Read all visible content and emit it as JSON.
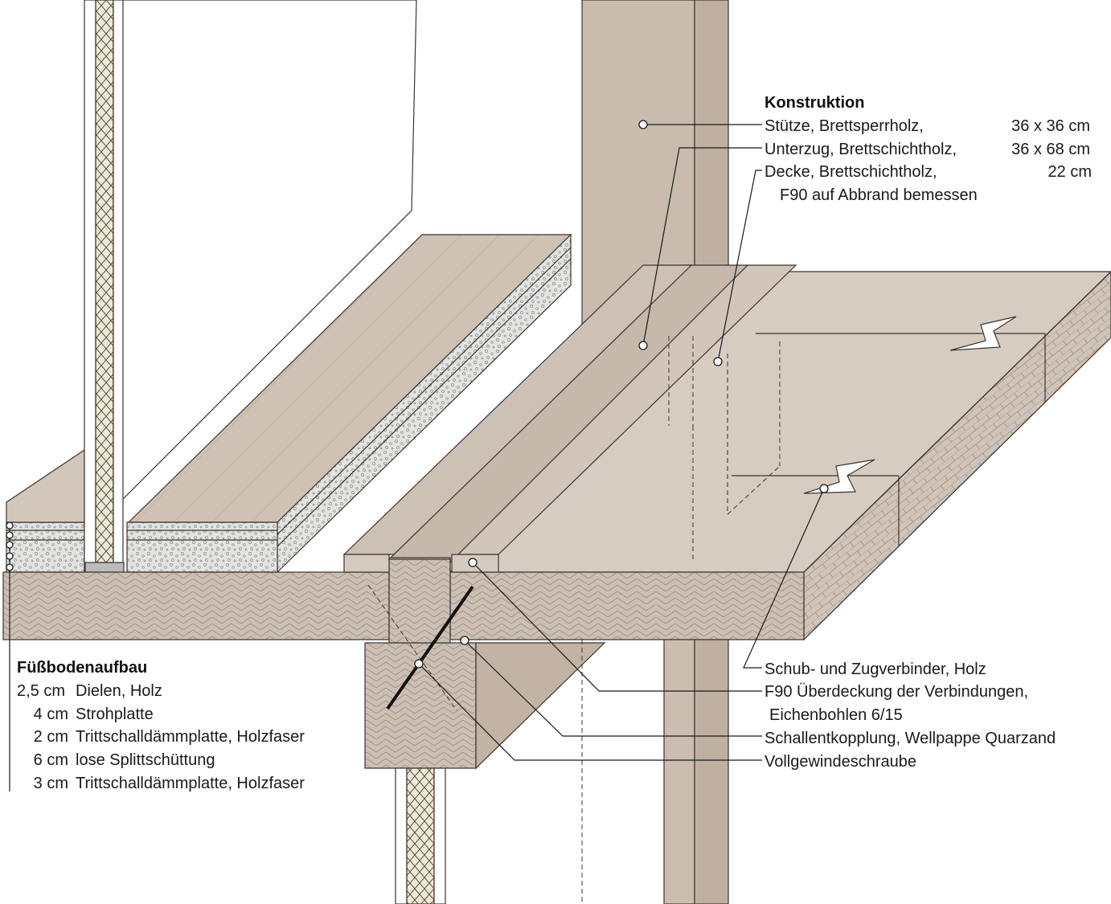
{
  "colors": {
    "timber_light": "#d9cfc6",
    "timber_mid": "#ccbfb3",
    "timber_dark": "#c2b3a5",
    "plank": "#cfc2b5",
    "insulation": "#efe8d4",
    "grit": "#e3e3e1",
    "line": "#1a1a1a"
  },
  "konstruktion": {
    "heading": "Konstruktion",
    "items": [
      {
        "name": "Stütze, Brettsperrholz,",
        "dim": "36 x 36 cm"
      },
      {
        "name": "Unterzug, Brettschichtholz,",
        "dim": "36 x 68 cm"
      },
      {
        "name": "Decke, Brettschichtholz,",
        "dim": "22 cm"
      }
    ],
    "note": "F90 auf Abbrand bemessen"
  },
  "fussboden": {
    "heading": "Füßbodenaufbau",
    "layers": [
      {
        "thickness": "2,5 cm",
        "material": "Dielen, Holz"
      },
      {
        "thickness": "4 cm",
        "material": "Strohplatte"
      },
      {
        "thickness": "2 cm",
        "material": "Trittschalldämmplatte, Holzfaser"
      },
      {
        "thickness": "6 cm",
        "material": "lose Splittschüttung"
      },
      {
        "thickness": "3 cm",
        "material": "Trittschalldämmplatte, Holzfaser"
      }
    ]
  },
  "details": [
    "Schub- und Zugverbinder, Holz",
    "F90 Überdeckung der Verbindungen,",
    "Eichenbohlen 6/15",
    "Schallentkopplung, Wellpappe Quarzand",
    "Vollgewindeschraube"
  ]
}
